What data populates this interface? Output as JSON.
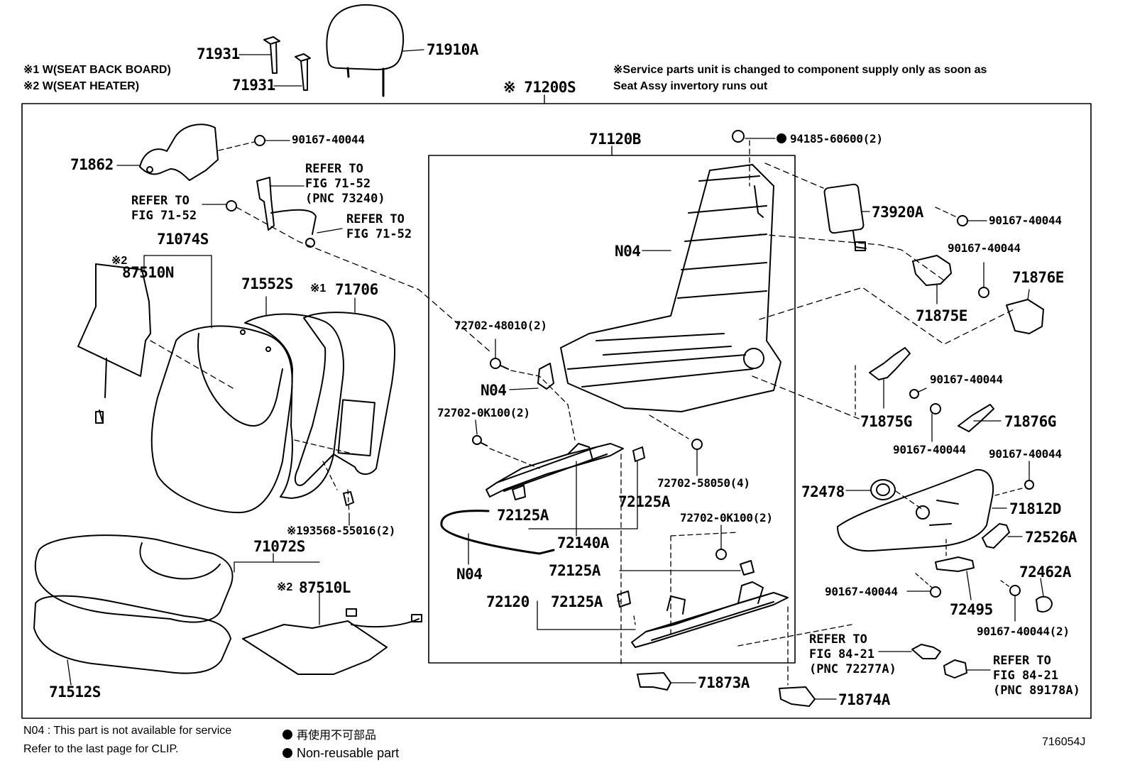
{
  "notes": {
    "w1": "※1 W(SEAT BACK BOARD)",
    "w2": "※2 W(SEAT HEATER)",
    "service_line1": "※Service parts unit is changed to component supply only as soon as",
    "service_line2": "Seat Assy invertory runs out"
  },
  "assembly_label": "※ 71200S",
  "parts": {
    "p71931a": "71931",
    "p71931b": "71931",
    "p71910A": "71910A",
    "p71862": "71862",
    "p90167_top": "90167-40044",
    "refer_fig7152_left": "REFER TO\nFIG 71-52",
    "refer_fig7152_pnc": "REFER TO\nFIG 71-52\n(PNC 73240)",
    "refer_fig7152_right": "REFER TO\nFIG 71-52",
    "p71074S": "71074S",
    "p87510N_mark": "※2",
    "p87510N": "87510N",
    "p71552S": "71552S",
    "p71706_mark": "※1",
    "p71706": "71706",
    "p193568": "※193568-55016(2)",
    "p71072S": "71072S",
    "p87510L_mark": "※2",
    "p87510L": "87510L",
    "p71512S": "71512S",
    "p71120B": "71120B",
    "p94185": "94185-60600(2)",
    "pN04_back": "N04",
    "p72702_48010": "72702-48010(2)",
    "pN04_bracket": "N04",
    "p72702_0K100_a": "72702-0K100(2)",
    "p72125A_a": "72125A",
    "p72125A_b": "72125A",
    "p72140A": "72140A",
    "pN04_wire": "N04",
    "p72702_58050": "72702-58050(4)",
    "p72702_0K100_b": "72702-0K100(2)",
    "p72125A_c": "72125A",
    "p72120": "72120",
    "p72125A_d": "72125A",
    "p71873A": "71873A",
    "p71874A": "71874A",
    "p73920A": "73920A",
    "p90167_r1": "90167-40044",
    "p90167_r2": "90167-40044",
    "p71876E": "71876E",
    "p71875E": "71875E",
    "p90167_r3": "90167-40044",
    "p71875G": "71875G",
    "p71876G": "71876G",
    "p90167_r4": "90167-40044",
    "p90167_r5": "90167-40044",
    "p72478": "72478",
    "p71812D": "71812D",
    "p72526A": "72526A",
    "p72462A": "72462A",
    "p90167_r6": "90167-40044",
    "p72495": "72495",
    "p90167_r7": "90167-40044(2)",
    "refer_fig8421_a": "REFER TO\nFIG 84-21\n(PNC 72277A)",
    "refer_fig8421_b": "REFER TO\nFIG 84-21\n(PNC 89178A)"
  },
  "footer": {
    "n04_note": "N04 : This part is not available for service",
    "clip_note": "Refer to the last page for CLIP.",
    "legend_jp": "再使用不可部品",
    "legend_en": "Non-reusable part",
    "figure_code": "716054J"
  }
}
